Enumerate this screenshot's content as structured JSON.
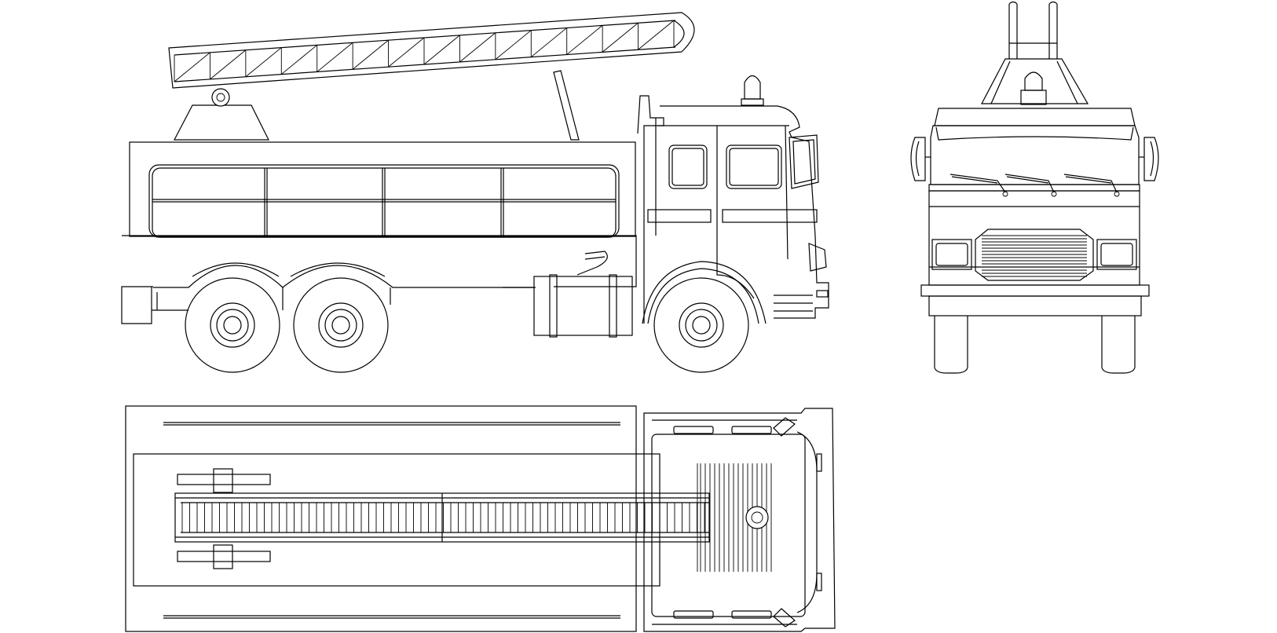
{
  "drawing": {
    "views": [
      {
        "id": "side-view"
      },
      {
        "id": "front-view"
      },
      {
        "id": "top-view"
      }
    ],
    "line_color": "#000000",
    "background_color": "#ffffff"
  }
}
